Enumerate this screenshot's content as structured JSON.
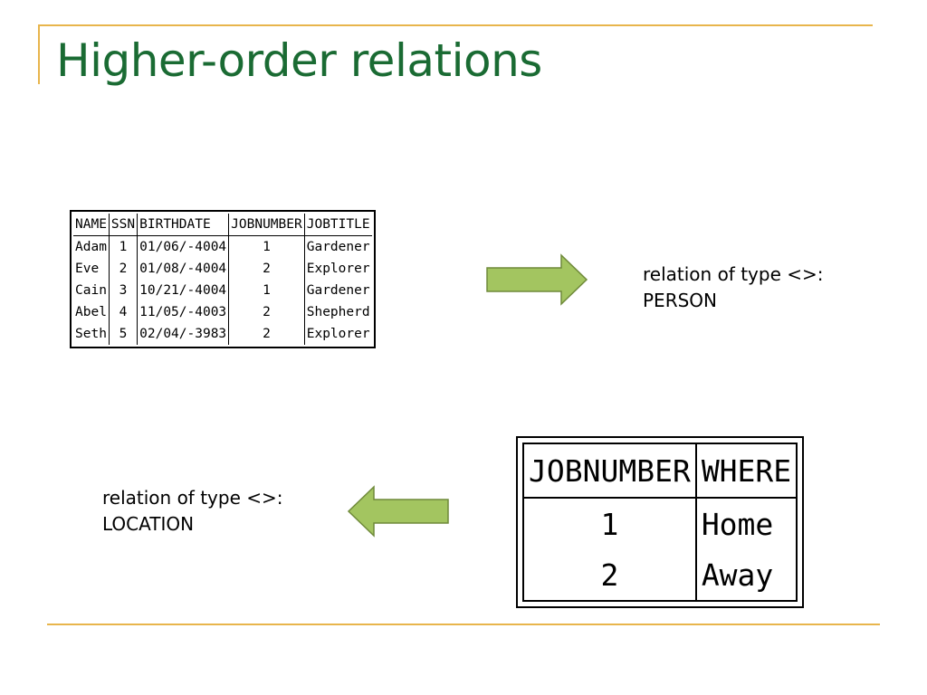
{
  "slide": {
    "title": "Higher-order relations"
  },
  "person_table": {
    "headers": [
      "NAME",
      "SSN",
      "BIRTHDATE",
      "JOBNUMBER",
      "JOBTITLE"
    ],
    "rows": [
      [
        "Adam",
        "1",
        "01/06/-4004",
        "1",
        "Gardener"
      ],
      [
        "Eve",
        "2",
        "01/08/-4004",
        "2",
        "Explorer"
      ],
      [
        "Cain",
        "3",
        "10/21/-4004",
        "1",
        "Gardener"
      ],
      [
        "Abel",
        "4",
        "11/05/-4003",
        "2",
        "Shepherd"
      ],
      [
        "Seth",
        "5",
        "02/04/-3983",
        "2",
        "Explorer"
      ]
    ]
  },
  "person_caption": {
    "line1": "relation of type <>:",
    "line2": "PERSON"
  },
  "location_table": {
    "headers": [
      "JOBNUMBER",
      "WHERE"
    ],
    "rows": [
      [
        "1",
        "Home"
      ],
      [
        "2",
        "Away"
      ]
    ]
  },
  "location_caption": {
    "line1": "relation of type <>:",
    "line2": "LOCATION"
  },
  "colors": {
    "title": "#1a6b33",
    "rule": "#e8b54c",
    "arrow_fill": "#a3c560",
    "arrow_stroke": "#6f8a3a"
  },
  "icons": {
    "right_arrow": "right-arrow-icon",
    "left_arrow": "left-arrow-icon"
  }
}
